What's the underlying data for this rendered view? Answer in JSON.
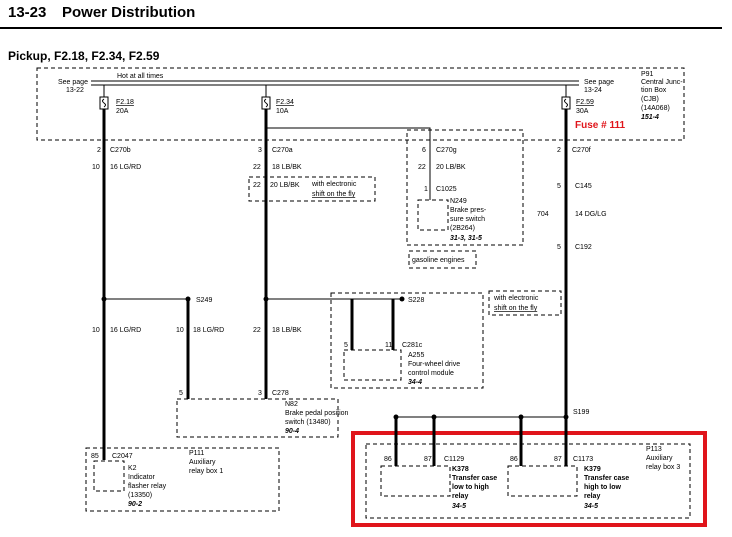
{
  "header": {
    "page_number": "13-23",
    "title": "Power Distribution"
  },
  "subtitle": "Pickup, F2.18, F2.34, F2.59",
  "top_bus": {
    "label": "Hot at all times",
    "see_page_left": [
      "See page",
      "13-22"
    ],
    "see_page_right": [
      "See page",
      "13-24"
    ]
  },
  "junction_box": {
    "lines": [
      "P91",
      "Central Junc-",
      "tion Box",
      "(CJB)",
      "(14A068)",
      "151-4"
    ]
  },
  "fuses": [
    {
      "name": "F2.18",
      "rating": "20A"
    },
    {
      "name": "F2.34",
      "rating": "10A"
    },
    {
      "name": "F2.59",
      "rating": "30A"
    }
  ],
  "fuse_callout": "Fuse # 111",
  "connectors": {
    "c270b": {
      "pin": "2",
      "name": "C270b"
    },
    "c270a": {
      "pin": "3",
      "name": "C270a"
    },
    "c270g": {
      "pin": "6",
      "name": "C270g"
    },
    "c270f": {
      "pin": "2",
      "name": "C270f"
    },
    "c1025": {
      "pin": "1",
      "name": "C1025"
    },
    "c145": {
      "pin": "5",
      "name": "C145"
    },
    "c192": {
      "pin": "5",
      "name": "C192"
    },
    "c281c": {
      "pin_a": "5",
      "pin_b": "11",
      "name": "C281c"
    },
    "c278": {
      "pin_a": "5",
      "pin_b": "3",
      "name": "C278"
    },
    "c2047": {
      "pin": "85",
      "name": "C2047"
    },
    "c1129": {
      "pin_a": "86",
      "pin_b": "87",
      "name": "C1129"
    },
    "c1173": {
      "pin_a": "86",
      "pin_b": "87",
      "name": "C1173"
    }
  },
  "splices": {
    "s249": "S249",
    "s228": "S228",
    "s199": "S199"
  },
  "wires": {
    "w1": {
      "circuit": "10",
      "color": "16 LG/RD"
    },
    "w2": {
      "circuit": "22",
      "color": "18 LB/BK"
    },
    "w2b": {
      "circuit": "22",
      "color": "20 LB/BK"
    },
    "w3": {
      "circuit": "22",
      "color": "20 LB/BK"
    },
    "w4": {
      "circuit": "704",
      "color": "14 DG/LG"
    },
    "w5": {
      "circuit": "10",
      "color": "16 LG/RD"
    },
    "w6": {
      "circuit": "10",
      "color": "18 LG/RD"
    },
    "w7": {
      "circuit": "22",
      "color": "18 LB/BK"
    }
  },
  "notes": {
    "electronic_shift_1": [
      "with electronic",
      "shift on the fly"
    ],
    "electronic_shift_2": [
      "with electronic",
      "shift on the fly"
    ],
    "gasoline_engines": "gasoline engines"
  },
  "components": {
    "brake_switch": [
      "N249",
      "Brake pres-",
      "sure switch",
      "(2B264)",
      "31-3, 31-5"
    ],
    "fwd_module": [
      "A255",
      "Four-wheel drive",
      "control module",
      "34-4"
    ],
    "brake_pedal": [
      "N82",
      "Brake pedal position",
      "switch (13480)",
      "90-4"
    ],
    "relay_box1": [
      "P111",
      "Auxiliary",
      "relay box 1"
    ],
    "k2": [
      "K2",
      "Indicator",
      "flasher relay",
      "(13350)",
      "90-2"
    ],
    "relay_box3": [
      "P113",
      "Auxiliary",
      "relay box 3"
    ],
    "k378": [
      "K378",
      "Transfer case",
      "low to high",
      "relay",
      "34-5"
    ],
    "k379": [
      "K379",
      "Transfer case",
      "high to low",
      "relay",
      "34-5"
    ]
  },
  "colors": {
    "wire": "#000000",
    "highlight": "#e0151b",
    "dash": "#000000"
  }
}
